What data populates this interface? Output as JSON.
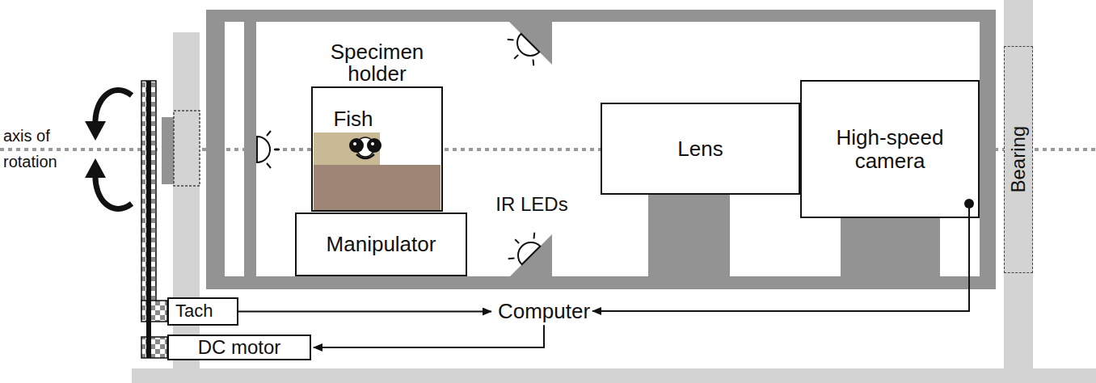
{
  "diagram": {
    "nodes": [
      {
        "text": [
          "Specimen holder"
        ]
      },
      {
        "text": [
          "Manipulator"
        ]
      },
      {
        "text": [
          "Lens"
        ]
      },
      {
        "text": [
          "High-speed camera"
        ]
      },
      {
        "text": [
          "Bearing"
        ]
      },
      {
        "text": [
          "Tach"
        ]
      },
      {
        "text": [
          "DC motor"
        ]
      },
      {
        "text": [
          "Computer"
        ]
      }
    ],
    "edges": [
      {
        "from": 5,
        "to": 7,
        "arrow": "to"
      },
      {
        "from": 7,
        "to": 6,
        "arrow": "to"
      },
      {
        "from": 3,
        "to": 7,
        "arrow": "to"
      }
    ],
    "labels": [
      "axis of rotation",
      "Fish",
      "IR LEDs"
    ]
  }
}
